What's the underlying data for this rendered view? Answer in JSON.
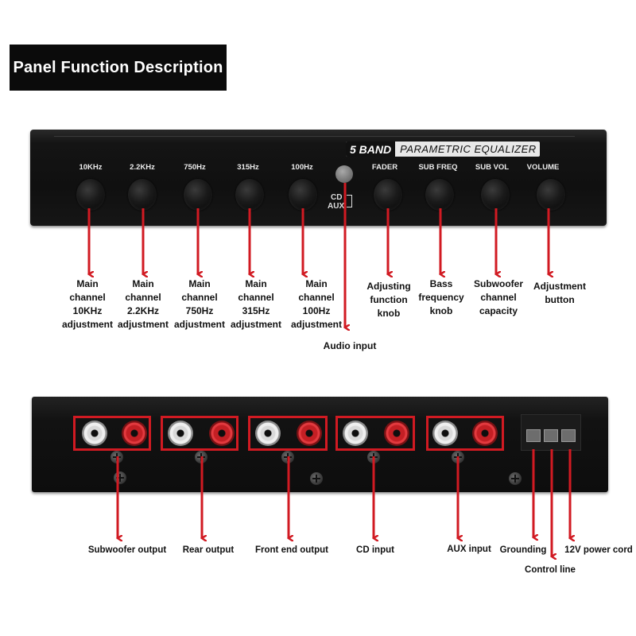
{
  "title": "Panel Function Description",
  "front": {
    "badge_band": "5 BAND",
    "badge_text": "PARAMETRIC EQUALIZER",
    "knob_labels": [
      "10KHz",
      "2.2KHz",
      "750Hz",
      "315Hz",
      "100Hz",
      "FADER",
      "SUB FREQ",
      "SUB VOL",
      "VOLUME"
    ],
    "switch_cd": "CD",
    "switch_aux": "AUX",
    "callouts": [
      [
        "Main",
        "channel",
        "10KHz",
        "adjustment"
      ],
      [
        "Main",
        "channel",
        "2.2KHz",
        "adjustment"
      ],
      [
        "Main",
        "channel",
        "750Hz",
        "adjustment"
      ],
      [
        "Main",
        "channel",
        "315Hz",
        "adjustment"
      ],
      [
        "Main",
        "channel",
        "100Hz",
        "adjustment"
      ],
      [
        "Audio input"
      ],
      [
        "Adjusting",
        "function",
        "knob"
      ],
      [
        "Bass",
        "frequency",
        "knob"
      ],
      [
        "Subwoofer",
        "channel",
        "capacity"
      ],
      [
        "Adjustment",
        "button"
      ]
    ]
  },
  "back": {
    "callouts": [
      "Subwoofer output",
      "Rear output",
      "Front end output",
      "CD input",
      "AUX input",
      "Grounding",
      "Control line",
      "12V power cord"
    ]
  },
  "colors": {
    "arrow": "#d11a22",
    "panel": "#111111",
    "title_bg": "#0b0b0b"
  }
}
